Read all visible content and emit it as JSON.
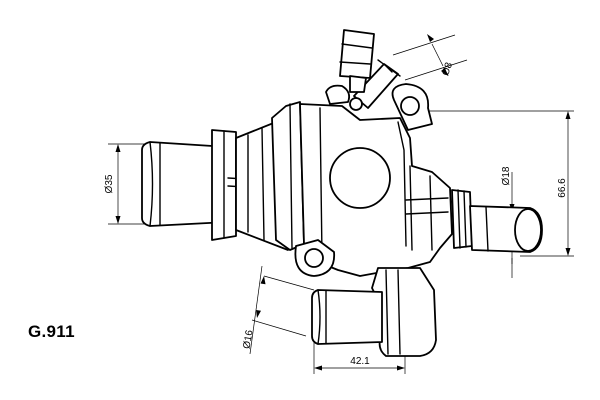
{
  "part_code": "G.911",
  "dimensions": {
    "sensor_port_dia": "Ø8",
    "inlet_dia": "Ø35",
    "outlet_dia": "Ø18",
    "overall_height": "66.6",
    "lower_outlet_dia": "Ø16",
    "lower_outlet_length": "42.1"
  },
  "colors": {
    "line": "#000000",
    "background": "#ffffff"
  }
}
